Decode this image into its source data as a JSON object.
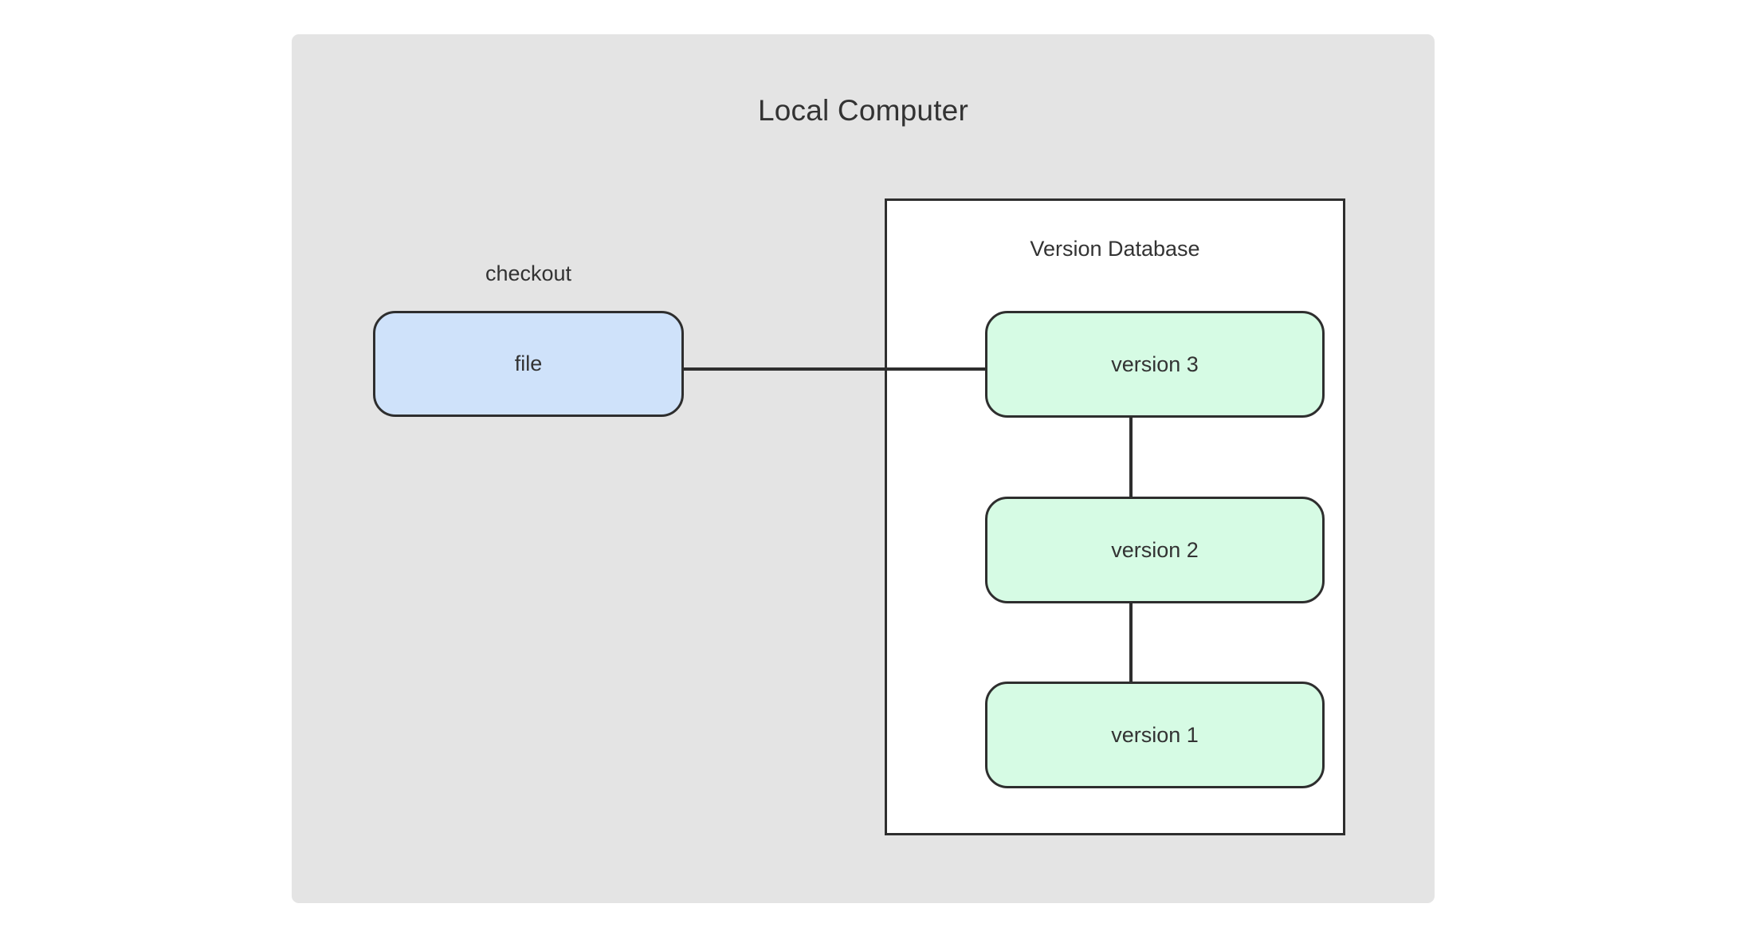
{
  "diagram": {
    "title": "Local Computer",
    "background_color": "#ffffff",
    "container": {
      "label": "Local Computer",
      "fill_color": "#e4e4e4"
    },
    "version_database": {
      "label": "Version Database",
      "fill_color": "#ffffff",
      "border_color": "#2e2e2e"
    },
    "checkout": {
      "label": "checkout"
    },
    "nodes": [
      {
        "id": "file",
        "label": "file",
        "fill_color": "#cfe2fa",
        "border_color": "#2e2e2e",
        "group": "checkout"
      },
      {
        "id": "version-3",
        "label": "version 3",
        "fill_color": "#d6fbe4",
        "border_color": "#2e2e2e",
        "group": "version-database"
      },
      {
        "id": "version-2",
        "label": "version 2",
        "fill_color": "#d6fbe4",
        "border_color": "#2e2e2e",
        "group": "version-database"
      },
      {
        "id": "version-1",
        "label": "version 1",
        "fill_color": "#d6fbe4",
        "border_color": "#2e2e2e",
        "group": "version-database"
      }
    ],
    "edges": [
      {
        "from": "file",
        "to": "version-3",
        "orientation": "horizontal"
      },
      {
        "from": "version-3",
        "to": "version-2",
        "orientation": "vertical"
      },
      {
        "from": "version-2",
        "to": "version-1",
        "orientation": "vertical"
      }
    ]
  }
}
